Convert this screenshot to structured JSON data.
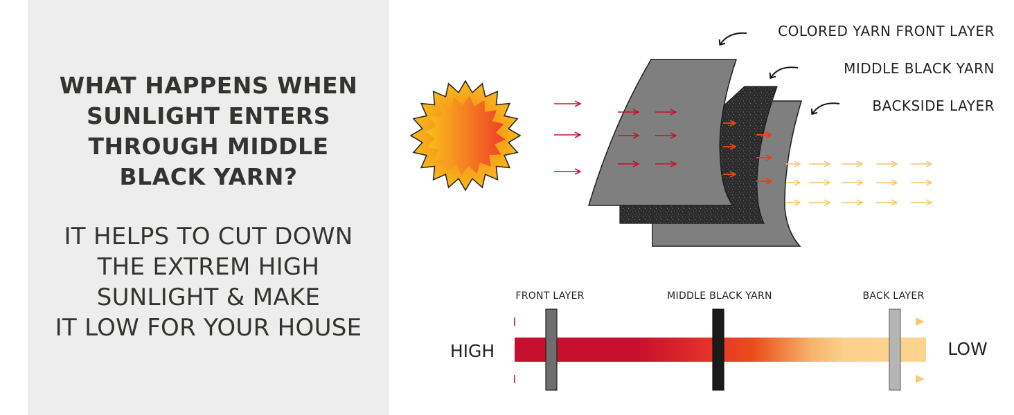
{
  "info_panel": {
    "heading_lines": [
      "WHAT HAPPENS WHEN",
      "SUNLIGHT ENTERS",
      "THROUGH MIDDLE",
      "BLACK YARN?"
    ],
    "body_lines": [
      "IT HELPS TO CUT DOWN",
      "THE EXTREM HIGH",
      "SUNLIGHT & MAKE",
      "IT LOW FOR YOUR HOUSE"
    ]
  },
  "layer_labels": {
    "front": "COLORED YARN FRONT LAYER",
    "middle": "MIDDLE BLACK YARN",
    "back": "BACKSIDE LAYER"
  },
  "gradient_bar": {
    "front_label": "FRONT LAYER",
    "middle_label": "MIDDLE BLACK YARN",
    "back_label": "BACK LAYER",
    "high_label": "HIGH",
    "low_label": "LOW"
  },
  "colors": {
    "panel_bg": "#ededed",
    "text_dark": "#333330",
    "front_layer": "#808080",
    "middle_layer": "#2f2f2f",
    "arrow_red": "#c8102e",
    "arrow_orange": "#e8401c",
    "arrow_light": "#f9c97a",
    "sun_outer": "#f9c21a",
    "sun_inner": "#f04e23"
  }
}
